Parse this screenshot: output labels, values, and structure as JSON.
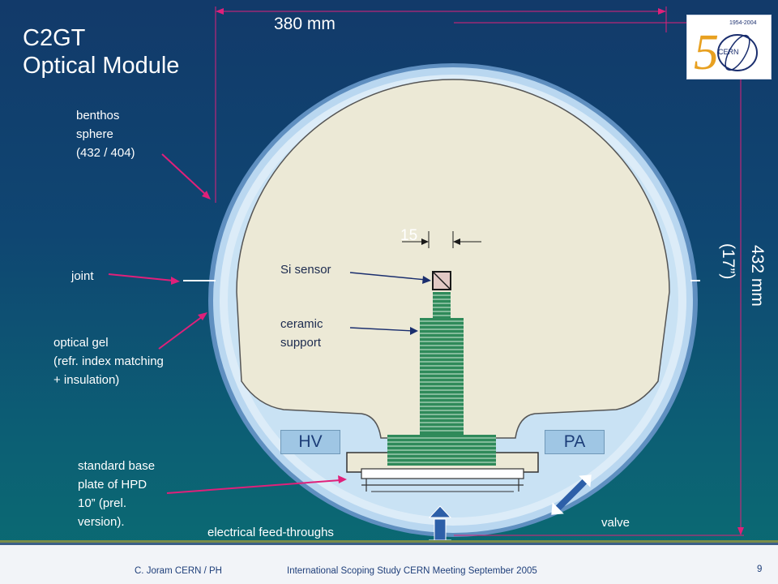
{
  "title": {
    "line1": "C2GT",
    "line2": "Optical Module"
  },
  "dimensions": {
    "width": "380 mm",
    "height_main": "432 mm",
    "height_sub": "(17”)",
    "sensor_gap": "15"
  },
  "labels": {
    "benthos": [
      "benthos",
      "sphere",
      "(432 / 404)"
    ],
    "joint": "joint",
    "optical_gel": [
      "optical gel",
      "(refr. index matching",
      "+ insulation)"
    ],
    "base_plate": [
      "standard base",
      "plate of HPD",
      "10” (prel.",
      "version)."
    ],
    "si_sensor": "Si sensor",
    "ceramic": [
      "ceramic",
      "support"
    ],
    "feedthroughs": "electrical feed-throughs",
    "valve": "valve"
  },
  "boxes": {
    "hv": "HV",
    "pa": "PA"
  },
  "logo": {
    "years": "1954-2004",
    "name": "CERN"
  },
  "footer": {
    "author": "C. Joram  CERN / PH",
    "meeting": "International Scoping Study   CERN  Meeting    September 2005",
    "page": "9"
  },
  "colors": {
    "annotation_arrow": "#e0207a",
    "sensor_arrow": "#1a2e6e",
    "sphere_fill": "#ece9d6",
    "sphere_shell": "#8fbde6",
    "ceramic_green": "#2f8a5a"
  }
}
